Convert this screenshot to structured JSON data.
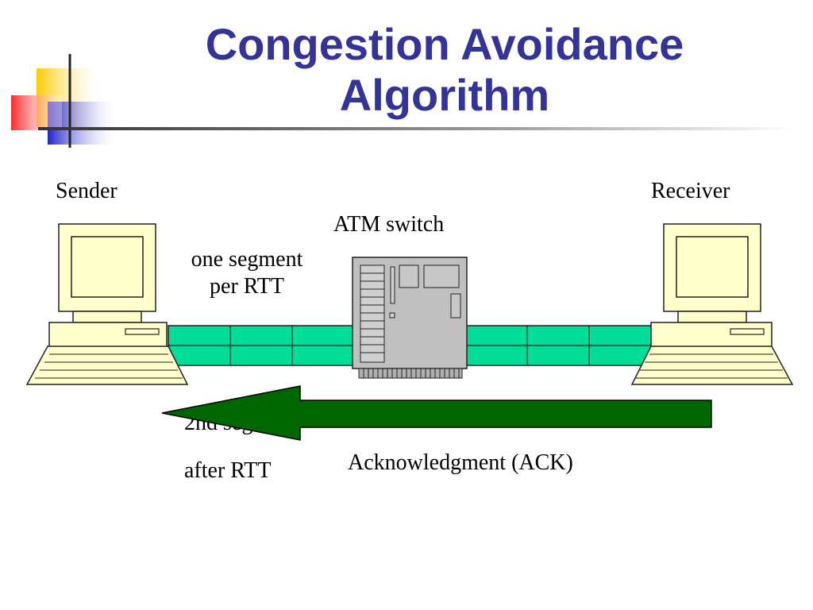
{
  "slide": {
    "title_line1": "Congestion Avoidance",
    "title_line2": "Algorithm",
    "sender_label": "Sender",
    "receiver_label": "Receiver",
    "switch_label": "ATM switch",
    "segment_label_line1": "one segment",
    "segment_label_line2": "per RTT",
    "second_segment_partial": "2nd segment",
    "second_segment_after": "after RTT",
    "ack_label": "Acknowledgment (ACK)"
  },
  "colors": {
    "title": "#333399",
    "link": "#00dd99",
    "ack_arrow": "#006600",
    "computer": "#ffffcc",
    "switch": "#c0c0c0",
    "deco_yellow": "#ffcc00",
    "deco_red": "#ff3333",
    "deco_blue": "#3333cc"
  },
  "icons": {
    "sender": "desktop-computer-icon",
    "receiver": "desktop-computer-icon",
    "switch": "atm-switch-icon"
  }
}
